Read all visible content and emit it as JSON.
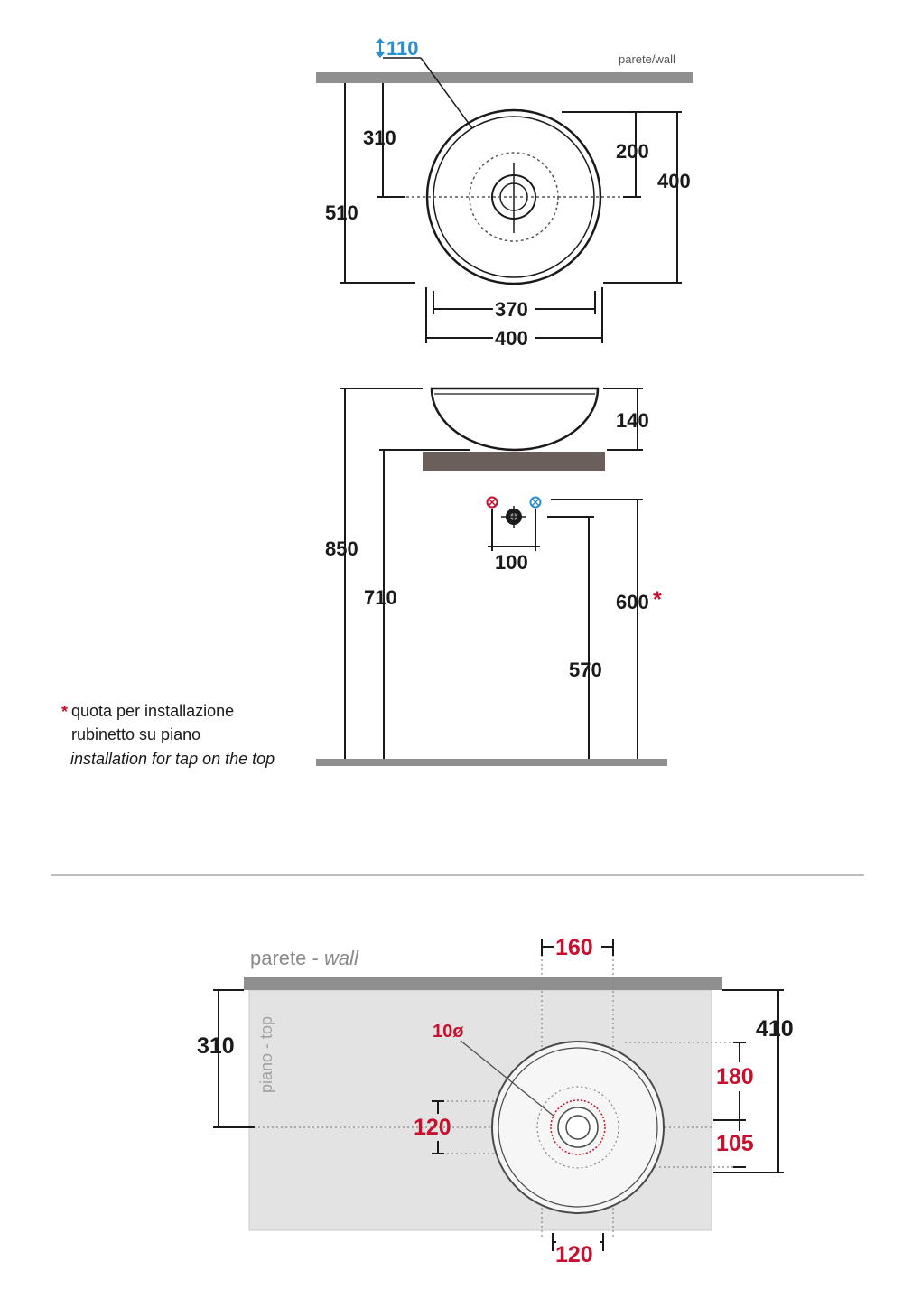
{
  "colors": {
    "wall_bar": "#8f8f8f",
    "counter": "#6b5f5c",
    "top_surface": "#e3e3e3",
    "accent_red": "#c8102e",
    "accent_blue": "#2a8fd0",
    "separator": "#bdbdbd"
  },
  "plan_view": {
    "wall_label": "parete/wall",
    "hole_label": "110",
    "dim_310": "310",
    "dim_510": "510",
    "dim_200": "200",
    "dim_400_v": "400",
    "dim_370": "370",
    "dim_400_h": "400"
  },
  "side_view": {
    "dim_140": "140",
    "dim_850": "850",
    "dim_710": "710",
    "dim_100": "100",
    "dim_600": "600",
    "dim_600_star": "*",
    "dim_570": "570",
    "note_star": "*",
    "note_line1": "quota per installazione",
    "note_line2": "rubinetto su piano",
    "note_line3": "installation for tap on the top"
  },
  "top_view": {
    "wall_label_it": "parete - ",
    "wall_label_en": "wall",
    "top_label": "piano - top",
    "dim_160": "160",
    "dim_410": "410",
    "dim_310": "310",
    "dim_180": "180",
    "dim_105": "105",
    "dim_120_left": "120",
    "dim_120_bottom": "120",
    "hole_label": "10ø"
  }
}
